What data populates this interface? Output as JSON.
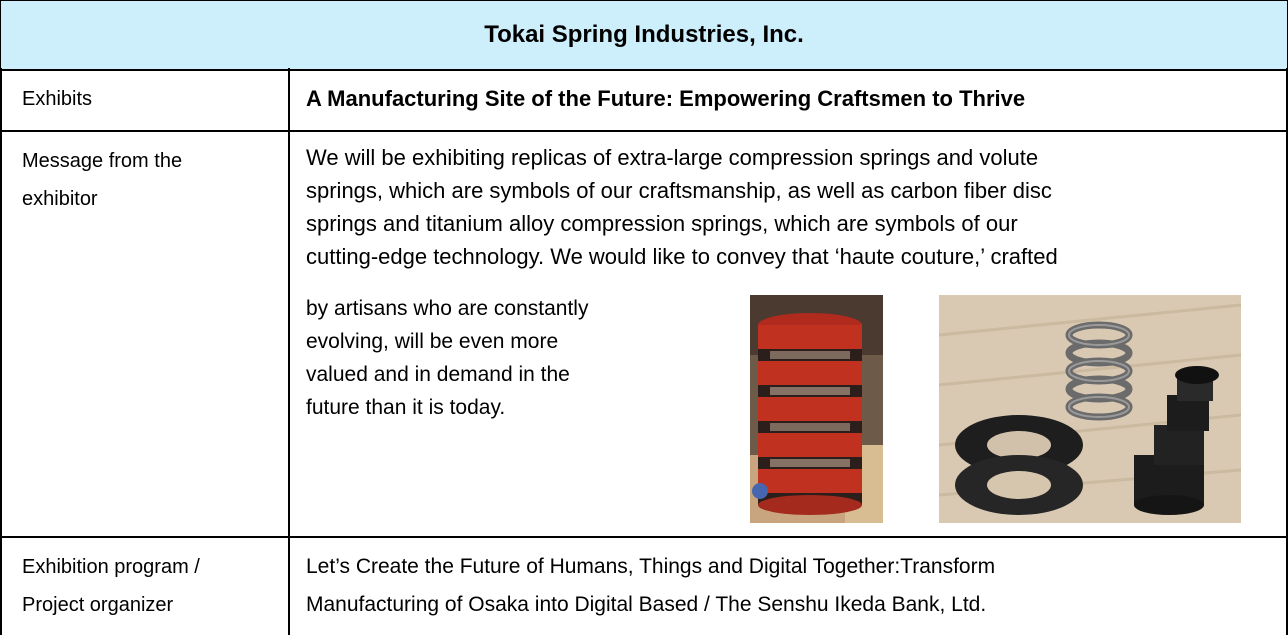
{
  "title": "Tokai Spring Industries, Inc.",
  "rows": {
    "exhibits": {
      "label": "Exhibits",
      "value": "A Manufacturing Site of the Future: Empowering Craftsmen to Thrive"
    },
    "message": {
      "label_line1": "Message from the",
      "label_line2": "exhibitor",
      "lines": [
        "We will be exhibiting replicas of extra-large compression springs and volute",
        "springs, which are symbols of our craftsmanship, as well as carbon fiber disc",
        "springs and titanium alloy compression springs, which are symbols of our",
        "cutting-edge technology. We would like to convey that ‘haute couture,’ crafted"
      ],
      "lines_wrapped": [
        "by artisans who are constantly",
        "evolving, will be even more",
        "valued and in demand in the",
        "future than it is today."
      ]
    },
    "program": {
      "label_line1": "Exhibition program /",
      "label_line2": "Project organizer",
      "line1": "Let’s Create the Future of Humans, Things and Digital Together:Transform",
      "line2": "Manufacturing of Osaka into Digital Based / The Senshu Ikeda Bank, Ltd."
    }
  },
  "colors": {
    "title_bg": "#cdeefb",
    "border": "#000000"
  }
}
